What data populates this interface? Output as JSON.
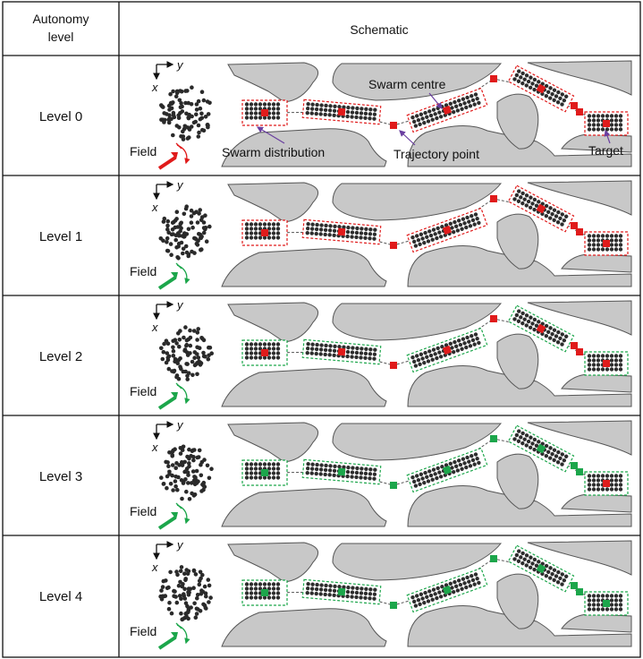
{
  "header": {
    "autonomy_col_line1": "Autonomy",
    "autonomy_col_line2": "level",
    "schematic_col": "Schematic"
  },
  "rows": [
    {
      "level": "Level  0",
      "field_color": "#e01b1b",
      "box_color": "#e01b1b",
      "points": [
        "red",
        "red",
        "red",
        "red",
        "red"
      ],
      "centres": [
        "red",
        "red",
        "red",
        "red",
        "red"
      ]
    },
    {
      "level": "Level  1",
      "field_color": "#1ca64b",
      "box_color": "#e01b1b",
      "points": [
        "red",
        "red",
        "red",
        "red",
        "red"
      ],
      "centres": [
        "red",
        "red",
        "red",
        "red",
        "red"
      ]
    },
    {
      "level": "Level  2",
      "field_color": "#1ca64b",
      "box_color": "#1ca64b",
      "points": [
        "red",
        "red",
        "red",
        "red",
        "red"
      ],
      "centres": [
        "red",
        "red",
        "red",
        "red",
        "red"
      ]
    },
    {
      "level": "Level  3",
      "field_color": "#1ca64b",
      "box_color": "#1ca64b",
      "points": [
        "green",
        "green",
        "green",
        "green",
        "green"
      ],
      "centres": [
        "green",
        "green",
        "green",
        "green",
        "red"
      ]
    },
    {
      "level": "Level  4",
      "field_color": "#1ca64b",
      "box_color": "#1ca64b",
      "points": [
        "green",
        "green",
        "green",
        "green",
        "green"
      ],
      "centres": [
        "green",
        "green",
        "green",
        "green",
        "green"
      ]
    }
  ],
  "axes": {
    "x_label": "x",
    "y_label": "y"
  },
  "field_label": "Field",
  "annotations": {
    "swarm_distribution": "Swarm distribution",
    "swarm_centre": "Swarm centre",
    "trajectory_point": "Trajectory point",
    "target": "Target"
  },
  "colors": {
    "red": "#e01b1b",
    "green": "#1ca64b",
    "obstacle": "#c8c8c8",
    "annotation_arrow": "#6a3fa0"
  }
}
